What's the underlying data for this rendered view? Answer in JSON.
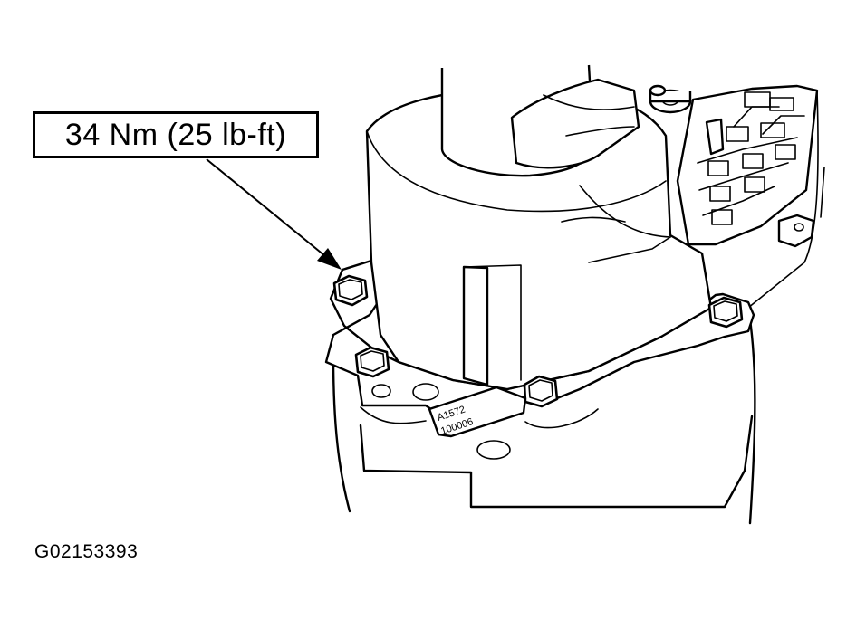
{
  "callout": {
    "torque_label": "34 Nm (25 lb-ft)"
  },
  "tag": {
    "line1": "A1572",
    "line2": "100006"
  },
  "figure_id": "G02153393"
}
